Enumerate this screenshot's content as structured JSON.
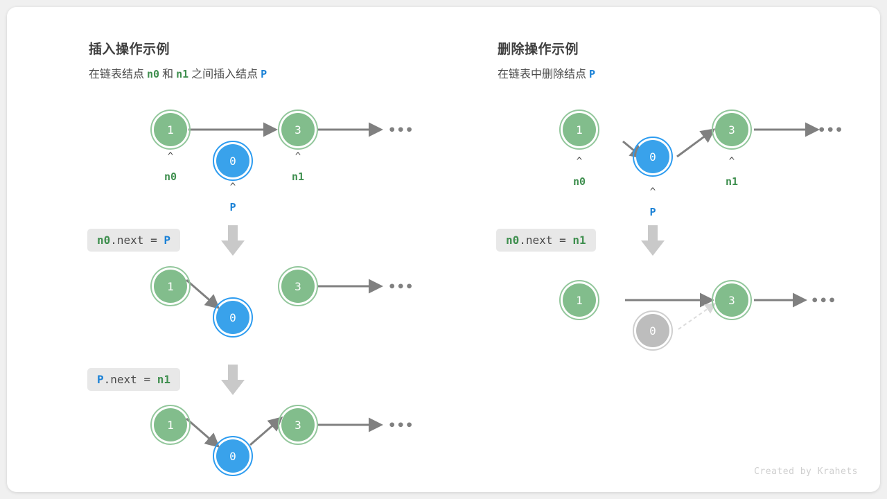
{
  "credit": "Created by Krahets",
  "colors": {
    "green": "#82bd8c",
    "green_text": "#3f8f4f",
    "blue": "#39a2eb",
    "blue_text": "#1a81d6",
    "gray_node": "#bdbdbd",
    "arrow": "#808080",
    "badge_bg": "#e8e8e8",
    "card_bg": "#ffffff",
    "page_bg": "#f0f0f0"
  },
  "panels": {
    "insert": {
      "title": "插入操作示例",
      "subtitle_prefix": "在链表结点",
      "subtitle_n0": "n0",
      "subtitle_mid": "和",
      "subtitle_n1": "n1",
      "subtitle_suffix": "之间插入结点",
      "subtitle_p": "P",
      "steps": [
        {
          "code_parts": {
            "a": "n0",
            "b": ".next = ",
            "c": "P"
          },
          "arrow_icon": "down-arrow-icon",
          "nodes": [
            {
              "value": "1",
              "kind": "green",
              "label": "n0",
              "caret": "^"
            },
            {
              "value": "0",
              "kind": "blue",
              "label": "P",
              "caret": "^"
            },
            {
              "value": "3",
              "kind": "green",
              "label": "n1",
              "caret": "^"
            }
          ],
          "ellipsis": "•••"
        },
        {
          "code_parts": {
            "a": "P",
            "b": ".next = ",
            "c": "n1"
          },
          "arrow_icon": "down-arrow-icon",
          "nodes": [
            {
              "value": "1",
              "kind": "green"
            },
            {
              "value": "0",
              "kind": "blue"
            },
            {
              "value": "3",
              "kind": "green"
            }
          ],
          "ellipsis": "•••"
        },
        {
          "nodes": [
            {
              "value": "1",
              "kind": "green"
            },
            {
              "value": "0",
              "kind": "blue"
            },
            {
              "value": "3",
              "kind": "green"
            }
          ],
          "ellipsis": "•••"
        }
      ]
    },
    "delete": {
      "title": "删除操作示例",
      "subtitle_prefix": "在链表中删除结点",
      "subtitle_p": "P",
      "steps": [
        {
          "code_parts": {
            "a": "n0",
            "b": ".next = ",
            "c": "n1"
          },
          "arrow_icon": "down-arrow-icon",
          "nodes": [
            {
              "value": "1",
              "kind": "green",
              "label": "n0",
              "caret": "^"
            },
            {
              "value": "0",
              "kind": "blue",
              "label": "P",
              "caret": "^"
            },
            {
              "value": "3",
              "kind": "green",
              "label": "n1",
              "caret": "^"
            }
          ],
          "ellipsis": "•••"
        },
        {
          "nodes": [
            {
              "value": "1",
              "kind": "green"
            },
            {
              "value": "0",
              "kind": "gray"
            },
            {
              "value": "3",
              "kind": "green"
            }
          ],
          "ellipsis": "•••"
        }
      ]
    }
  }
}
